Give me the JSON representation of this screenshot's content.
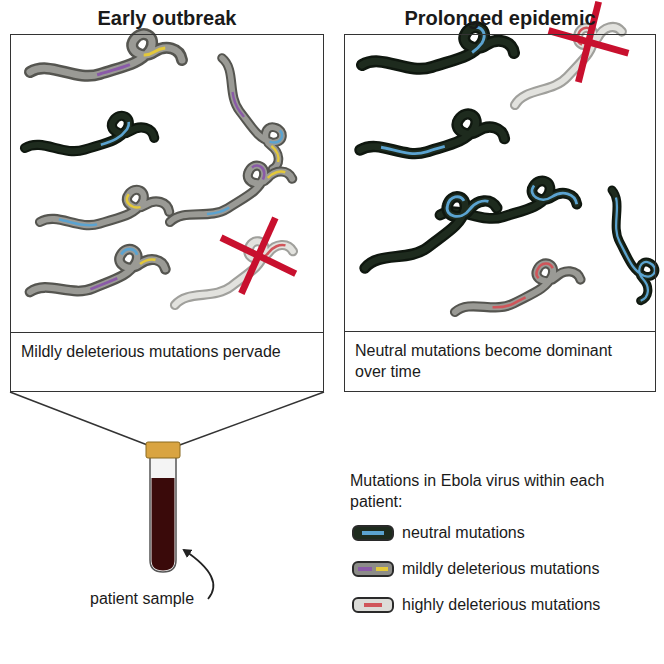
{
  "diagram": {
    "nodes": [
      {
        "text": [
          "Early outbreak"
        ]
      },
      {
        "text": [
          "Mildly deleterious mutations pervade"
        ],
        "in": 0
      },
      {
        "text": [
          "Prolonged epidemic"
        ]
      },
      {
        "text": [
          "Neutral mutations become dominant over time"
        ],
        "in": 2
      }
    ],
    "labels": [
      "patient sample",
      "Mutations in Ebola virus within each patient:"
    ],
    "legend": [
      {
        "text": "neutral mutations",
        "color": "#1e2b1e"
      },
      {
        "text": "mildly deleterious mutations",
        "color": "#8c8c88"
      },
      {
        "text": "highly deleterious mutations",
        "color": "#dcdcd8"
      }
    ]
  }
}
